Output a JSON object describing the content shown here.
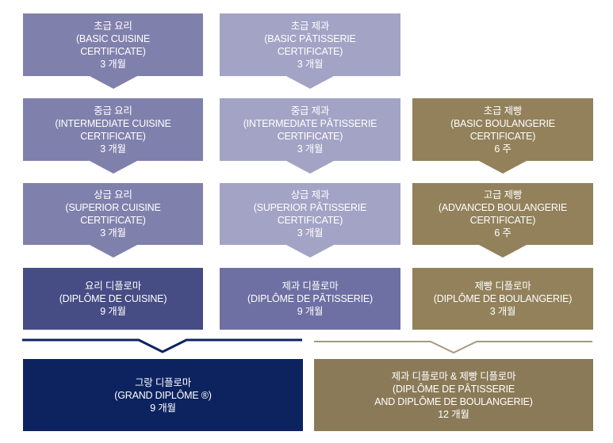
{
  "colors": {
    "cuisine_light": "#8080ad",
    "patisserie_light": "#a3a3c6",
    "boulangerie": "#92815a",
    "cuisine_diploma": "#464c84",
    "patisserie_diploma": "#6e6fa2",
    "grand_diploma": "#0d2360",
    "combined_diploma": "#8b7a58",
    "line_navy": "#0d2360",
    "line_gold": "#a39a80"
  },
  "columns": {
    "cuisine": [
      {
        "id": "basic-cuisine",
        "lines": [
          "초급 요리",
          "(BASIC CUISINE",
          "CERTIFICATE)",
          "3 개월"
        ]
      },
      {
        "id": "intermediate-cuisine",
        "lines": [
          "중급 요리",
          "(INTERMEDIATE CUISINE",
          "CERTIFICATE)",
          "3 개월"
        ]
      },
      {
        "id": "superior-cuisine",
        "lines": [
          "상급 요리",
          "(SUPERIOR CUISINE",
          "CERTIFICATE)",
          "3 개월"
        ]
      },
      {
        "id": "diplome-cuisine",
        "lines": [
          "요리 디플로마",
          "(DIPLÔME DE CUISINE)",
          "9 개월"
        ]
      }
    ],
    "patisserie": [
      {
        "id": "basic-patisserie",
        "lines": [
          "초급 제과",
          "(BASIC PÂTISSERIE",
          "CERTIFICATE)",
          "3 개월"
        ]
      },
      {
        "id": "intermediate-patisserie",
        "lines": [
          "중급 제과",
          "(INTERMEDIATE PÂTISSERIE",
          "CERTIFICATE)",
          "3 개월"
        ]
      },
      {
        "id": "superior-patisserie",
        "lines": [
          "상급 제과",
          "(SUPERIOR PÂTISSERIE",
          "CERTIFICATE)",
          "3 개월"
        ]
      },
      {
        "id": "diplome-patisserie",
        "lines": [
          "제과 디플로마",
          "(DIPLÔME DE PÂTISSERIE)",
          "9 개월"
        ]
      }
    ],
    "boulangerie": [
      {
        "id": "basic-boulangerie",
        "lines": [
          "초급 제빵",
          "(BASIC BOULANGERIE",
          "CERTIFICATE)",
          "6 주"
        ]
      },
      {
        "id": "advanced-boulangerie",
        "lines": [
          "고급 제빵",
          "(ADVANCED BOULANGERIE",
          "CERTIFICATE)",
          "6 주"
        ]
      },
      {
        "id": "diplome-boulangerie",
        "lines": [
          "제빵 디플로마",
          "(DIPLÔME DE BOULANGERIE)",
          "3 개월"
        ]
      }
    ]
  },
  "finals": {
    "grand": {
      "id": "grand-diplome",
      "lines": [
        "그랑 디플로마",
        "(GRAND DIPLÔME ®)",
        "9 개월"
      ]
    },
    "combined": {
      "id": "combined-diplome",
      "lines": [
        "제과 디플로마 & 제빵  디플로마",
        "(DIPLÔME DE PÂTISSERIE",
        "AND DIPLÔME DE BOULANGERIE)",
        "12 개월"
      ]
    }
  }
}
